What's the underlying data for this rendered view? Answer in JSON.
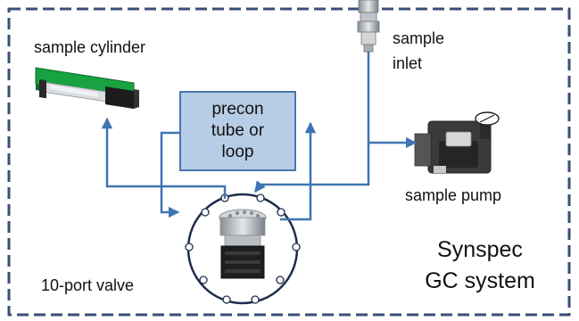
{
  "labels": {
    "sample_cylinder": "sample cylinder",
    "sample_inlet_line1": "sample",
    "sample_inlet_line2": "inlet",
    "precon_line1": "precon",
    "precon_line2": "tube or",
    "precon_line3": "loop",
    "sample_pump": "sample pump",
    "valve": "10-port valve",
    "system_line1": "Synspec",
    "system_line2": "GC system"
  },
  "colors": {
    "border": "#3a4f76",
    "arrow": "#3f74b2",
    "precon_fill": "#b7cde6",
    "valve_ring": "#1f2d4d"
  },
  "valve": {
    "port_count": 10
  }
}
